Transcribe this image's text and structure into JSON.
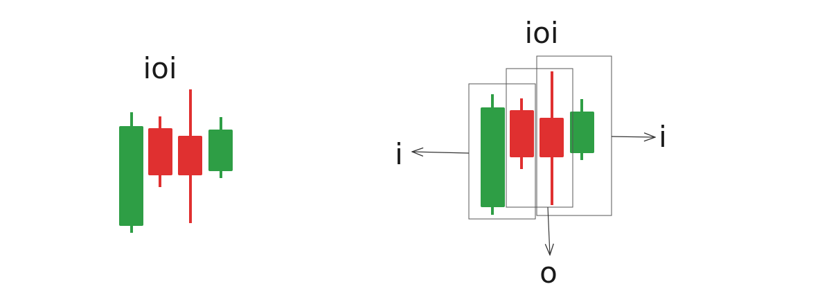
{
  "colors": {
    "bull": "#2e9e45",
    "bear": "#e03030",
    "frame": "#555555",
    "text": "#1a1a1a"
  },
  "left_group": {
    "title": "ioi"
  },
  "right_group": {
    "title": "ioi",
    "label_left": "i",
    "label_right": "i",
    "label_bottom": "o"
  }
}
